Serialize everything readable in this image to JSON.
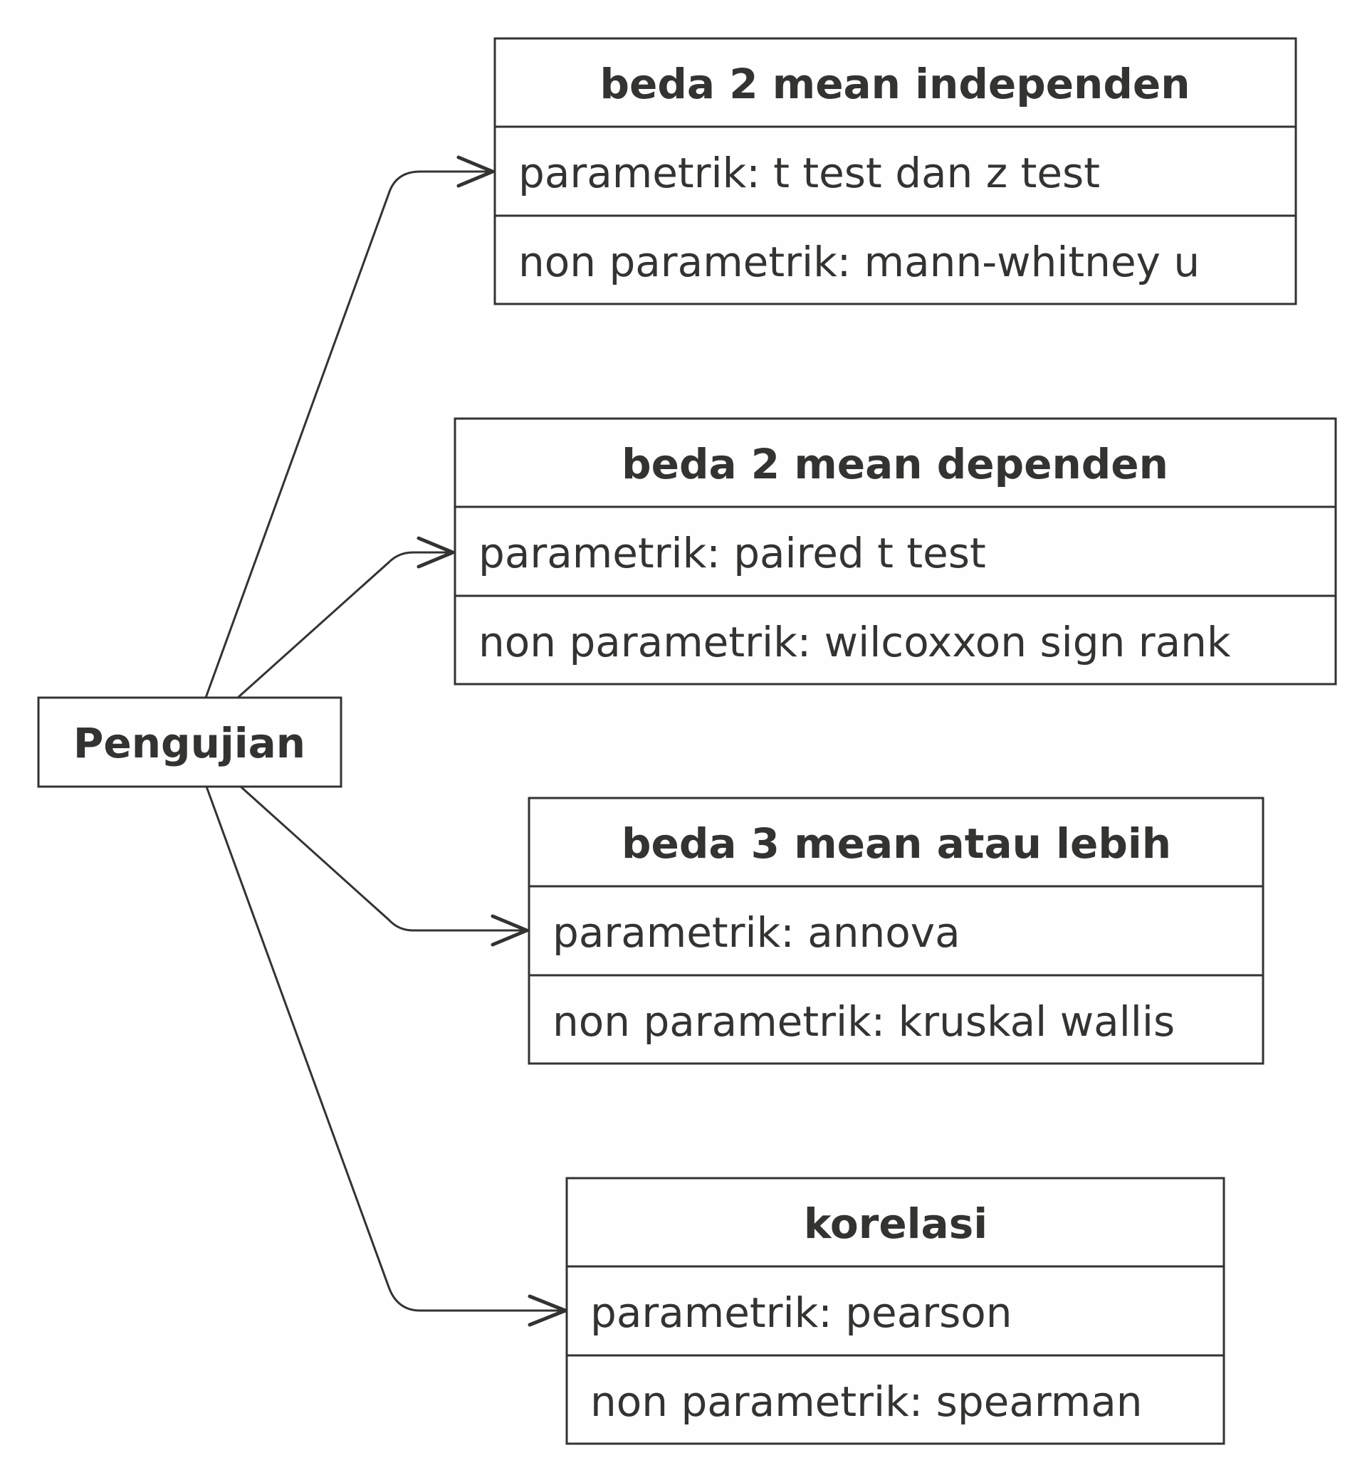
{
  "root": {
    "label": "Pengujian"
  },
  "tests": [
    {
      "title": "beda 2 mean independen",
      "rows": [
        "parametrik: t test dan z test",
        "non parametrik: mann-whitney u"
      ]
    },
    {
      "title": "beda 2 mean dependen",
      "rows": [
        "parametrik: paired t test",
        "non parametrik: wilcoxxon sign rank"
      ]
    },
    {
      "title": "beda 3 mean atau lebih",
      "rows": [
        "parametrik: annova",
        "non parametrik: kruskal wallis"
      ]
    },
    {
      "title": "korelasi",
      "rows": [
        "parametrik: pearson",
        "non parametrik: spearman"
      ]
    }
  ],
  "colors": {
    "stroke": "#333331",
    "box_fill": "#fefefe",
    "background": "#ffffff"
  }
}
